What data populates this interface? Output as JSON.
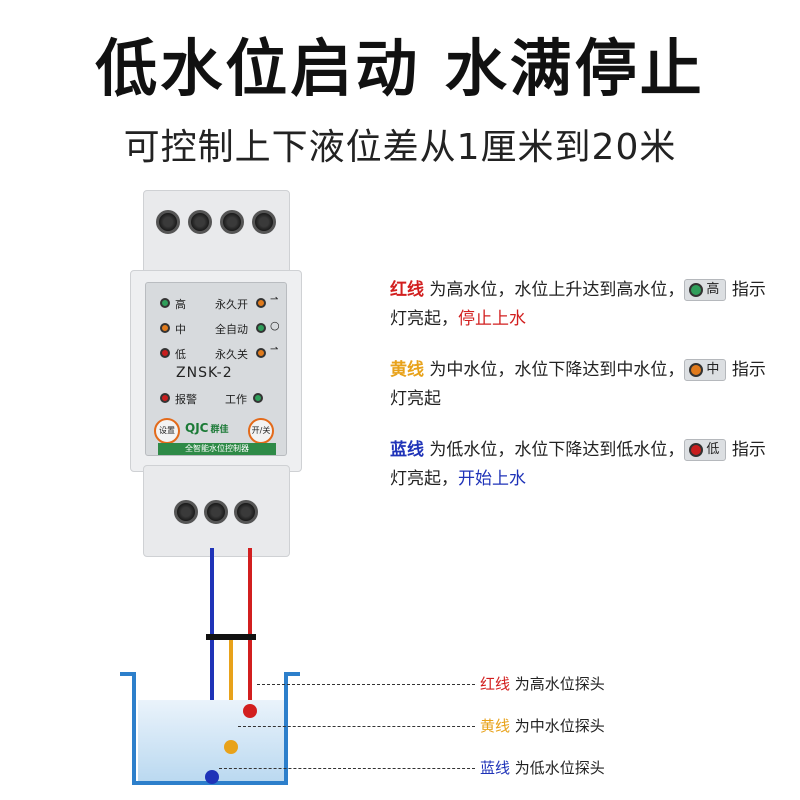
{
  "header": {
    "title": "低水位启动 水满停止",
    "subtitle": "可控制上下液位差从1厘米到20米"
  },
  "device": {
    "model": "ZNSK-2",
    "brand": "QJC",
    "brand_suffix": "群佳",
    "brand_strip": "全智能水位控制器",
    "indicators": {
      "high": "高",
      "mid": "中",
      "low": "低",
      "alarm": "报警",
      "perm_on": "永久开",
      "auto": "全自动",
      "perm_off": "永久关",
      "work": "工作"
    },
    "buttons": {
      "set": "设置",
      "power": "开/关"
    }
  },
  "descriptions": {
    "red": {
      "wire": "红线",
      "text1": " 为高水位，水位上升达到高水位，",
      "chip": "高",
      "text2": " 指示灯亮起，",
      "action": "停止上水"
    },
    "yellow": {
      "wire": "黄线",
      "text1": " 为中水位，水位下降达到中水位，",
      "chip": "中",
      "text2": " 指示灯亮起"
    },
    "blue": {
      "wire": "蓝线",
      "text1": " 为低水位，水位下降达到低水位，",
      "chip": "低",
      "text2": " 指示灯亮起，",
      "action": "开始上水"
    }
  },
  "probes": {
    "red": {
      "wire": "红线",
      "text": " 为高水位探头"
    },
    "yellow": {
      "wire": "黄线",
      "text": " 为中水位探头"
    },
    "blue": {
      "wire": "蓝线",
      "text": " 为低水位探头"
    }
  },
  "colors": {
    "red": "#d21f1f",
    "yellow": "#e8a21a",
    "blue": "#1f33b8",
    "panel_green": "#2e8a47",
    "water": "#2d7fcb"
  }
}
